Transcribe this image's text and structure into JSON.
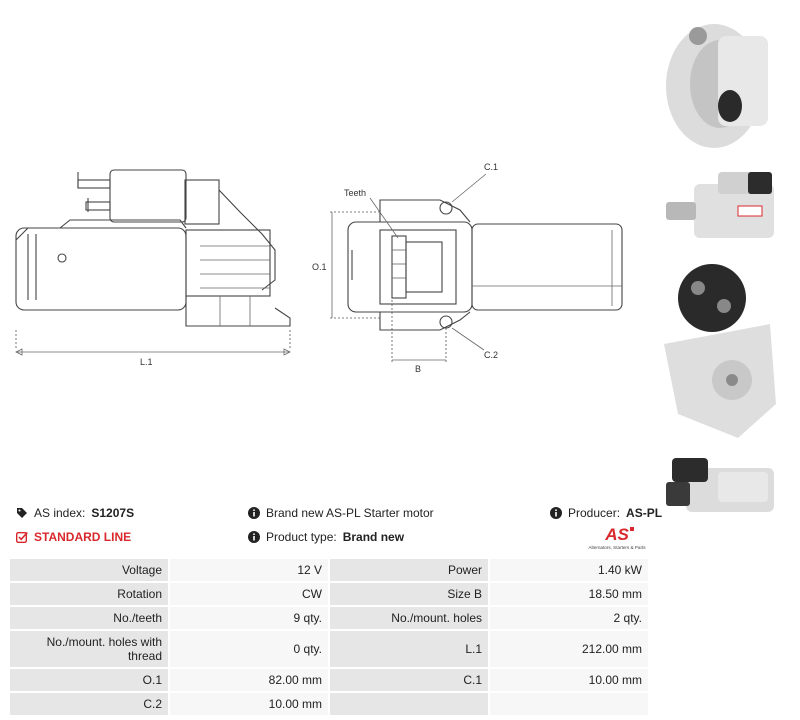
{
  "drawing": {
    "labels": {
      "teeth": "Teeth",
      "c1": "C.1",
      "c2": "C.2",
      "o1": "O.1",
      "b": "B",
      "l1": "L.1"
    }
  },
  "header": {
    "as_index_label": "AS index:",
    "as_index_value": "S1207S",
    "description": "Brand new AS-PL Starter motor",
    "producer_label": "Producer:",
    "producer_value": "AS-PL",
    "standard_line": "STANDARD LINE",
    "product_type_label": "Product type:",
    "product_type_value": "Brand new"
  },
  "logo": {
    "text": "AS",
    "tagline": "Alternators, Starters & Parts",
    "color": "#d8282d"
  },
  "colors": {
    "accent": "#d8282d",
    "key_cell": "#e6e6e6",
    "value_cell": "#f7f7f7"
  },
  "specs": [
    [
      "Voltage",
      "12 V",
      "Power",
      "1.40 kW"
    ],
    [
      "Rotation",
      "CW",
      "Size B",
      "18.50 mm"
    ],
    [
      "No./teeth",
      "9 qty.",
      "No./mount. holes",
      "2 qty."
    ],
    [
      "No./mount. holes with thread",
      "0 qty.",
      "L.1",
      "212.00 mm"
    ],
    [
      "O.1",
      "82.00 mm",
      "C.1",
      "10.00 mm"
    ],
    [
      "C.2",
      "10.00 mm",
      "",
      ""
    ]
  ]
}
